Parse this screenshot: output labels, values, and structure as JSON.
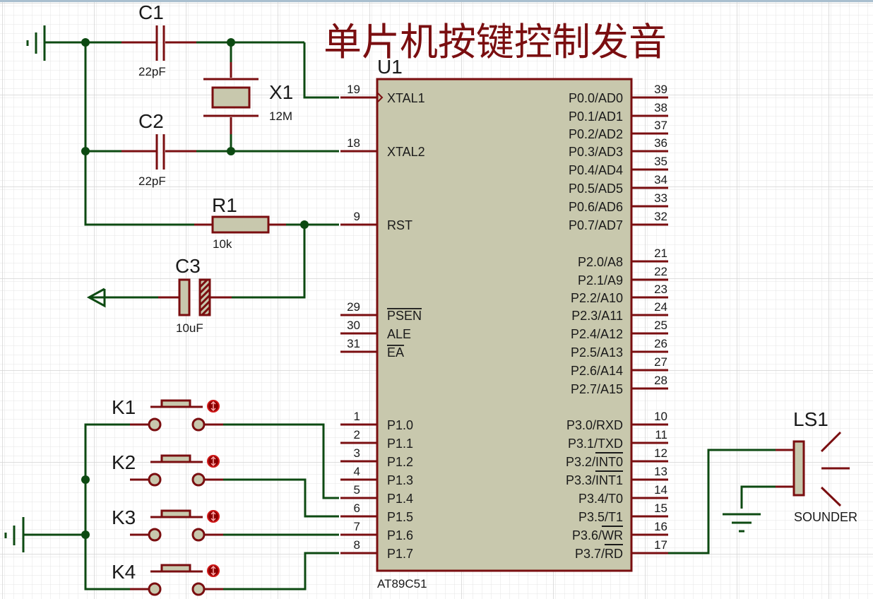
{
  "title": "单片机按键控制发音",
  "colors": {
    "wire": "#0d4a12",
    "component": "#7a0e10",
    "component_fill": "#c8c8ad",
    "title": "#7a0e10",
    "grid": "#e2e2e2"
  },
  "u1": {
    "ref": "U1",
    "part": "AT89C51",
    "left_pins": [
      {
        "num": "19",
        "name": "XTAL1"
      },
      {
        "num": "18",
        "name": "XTAL2"
      },
      {
        "num": "9",
        "name": "RST"
      },
      {
        "num": "29",
        "name": "PSEN",
        "overbar": true
      },
      {
        "num": "30",
        "name": "ALE"
      },
      {
        "num": "31",
        "name": "EA",
        "overbar": true
      },
      {
        "num": "1",
        "name": "P1.0"
      },
      {
        "num": "2",
        "name": "P1.1"
      },
      {
        "num": "3",
        "name": "P1.2"
      },
      {
        "num": "4",
        "name": "P1.3"
      },
      {
        "num": "5",
        "name": "P1.4"
      },
      {
        "num": "6",
        "name": "P1.5"
      },
      {
        "num": "7",
        "name": "P1.6"
      },
      {
        "num": "8",
        "name": "P1.7"
      }
    ],
    "right_pins": [
      {
        "num": "39",
        "name": "P0.0/AD0"
      },
      {
        "num": "38",
        "name": "P0.1/AD1"
      },
      {
        "num": "37",
        "name": "P0.2/AD2"
      },
      {
        "num": "36",
        "name": "P0.3/AD3"
      },
      {
        "num": "35",
        "name": "P0.4/AD4"
      },
      {
        "num": "34",
        "name": "P0.5/AD5"
      },
      {
        "num": "33",
        "name": "P0.6/AD6"
      },
      {
        "num": "32",
        "name": "P0.7/AD7"
      },
      {
        "num": "21",
        "name": "P2.0/A8"
      },
      {
        "num": "22",
        "name": "P2.1/A9"
      },
      {
        "num": "23",
        "name": "P2.2/A10"
      },
      {
        "num": "24",
        "name": "P2.3/A11"
      },
      {
        "num": "25",
        "name": "P2.4/A12"
      },
      {
        "num": "26",
        "name": "P2.5/A13"
      },
      {
        "num": "27",
        "name": "P2.6/A14"
      },
      {
        "num": "28",
        "name": "P2.7/A15"
      },
      {
        "num": "10",
        "name": "P3.0/RXD"
      },
      {
        "num": "11",
        "name": "P3.1/TXD"
      },
      {
        "num": "12",
        "name": "P3.2/INT0",
        "overbar_part": "INT0"
      },
      {
        "num": "13",
        "name": "P3.3/INT1",
        "overbar_part": "INT1"
      },
      {
        "num": "14",
        "name": "P3.4/T0"
      },
      {
        "num": "15",
        "name": "P3.5/T1"
      },
      {
        "num": "16",
        "name": "P3.6/WR",
        "overbar_part": "WR"
      },
      {
        "num": "17",
        "name": "P3.7/RD",
        "overbar_part": "RD"
      }
    ]
  },
  "components": {
    "c1": {
      "ref": "C1",
      "value": "22pF"
    },
    "c2": {
      "ref": "C2",
      "value": "22pF"
    },
    "x1": {
      "ref": "X1",
      "value": "12M"
    },
    "r1": {
      "ref": "R1",
      "value": "10k"
    },
    "c3": {
      "ref": "C3",
      "value": "10uF"
    },
    "ls1": {
      "ref": "LS1",
      "value": "SOUNDER"
    }
  },
  "keys": [
    {
      "ref": "K1",
      "connects_to": "P1.4"
    },
    {
      "ref": "K2",
      "connects_to": "P1.5"
    },
    {
      "ref": "K3",
      "connects_to": "P1.6"
    },
    {
      "ref": "K4",
      "connects_to": "P1.7"
    }
  ]
}
